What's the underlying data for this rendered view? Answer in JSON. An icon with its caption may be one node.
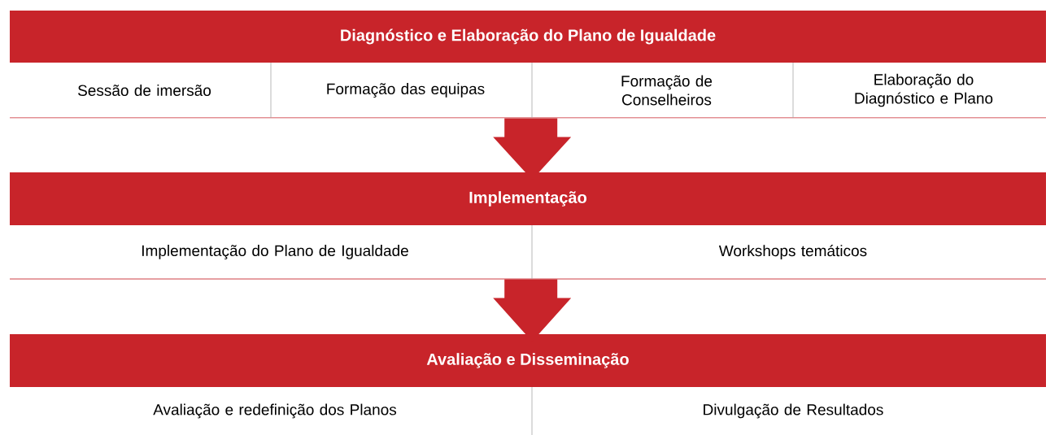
{
  "diagram": {
    "nodes": [
      {
        "text": [
          "Diagnóstico e Elaboração do Plano de Igualdade"
        ]
      },
      {
        "text": [
          "Sessão de imersão"
        ],
        "in": 0
      },
      {
        "text": [
          "Formação das equipas"
        ],
        "in": 0
      },
      {
        "text": [
          "Formação de Conselheiros"
        ],
        "in": 0
      },
      {
        "text": [
          "Elaboração do Diagnóstico e Plano"
        ],
        "in": 0
      },
      {
        "text": [
          "Implementação"
        ]
      },
      {
        "text": [
          "Implementação do Plano de Igualdade"
        ],
        "in": 5
      },
      {
        "text": [
          "Workshops temáticos"
        ],
        "in": 5
      },
      {
        "text": [
          "Avaliação e Disseminação"
        ]
      },
      {
        "text": [
          "Avaliação e redefinição dos Planos"
        ]
      },
      {
        "text": [
          "Divulgação de Resultados"
        ]
      }
    ],
    "edges": [
      {
        "from": 0,
        "to": 5,
        "arrow": "to"
      },
      {
        "from": 5,
        "to": 8,
        "arrow": "to"
      }
    ]
  }
}
